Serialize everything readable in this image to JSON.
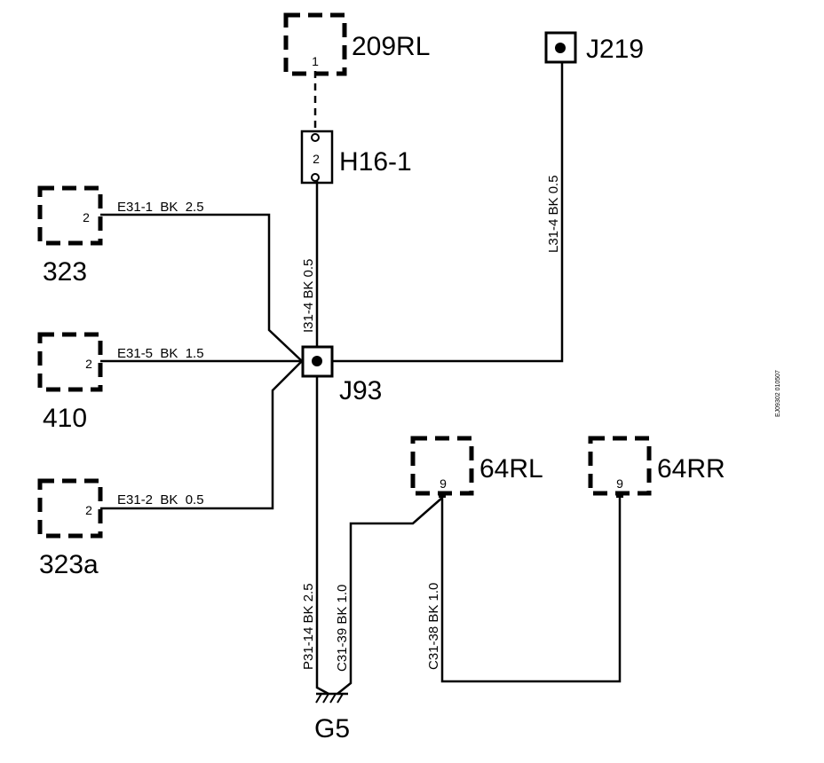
{
  "diagram": {
    "components": {
      "c209rl": {
        "name": "209RL",
        "pin": "1"
      },
      "j219": {
        "name": "J219"
      },
      "h16": {
        "name": "H16-1",
        "pin": "2"
      },
      "c323": {
        "name": "323",
        "pin": "2"
      },
      "c410": {
        "name": "410",
        "pin": "2"
      },
      "c323a": {
        "name": "323a",
        "pin": "2"
      },
      "j93": {
        "name": "J93"
      },
      "c64rl": {
        "name": "64RL",
        "pin": "9"
      },
      "c64rr": {
        "name": "64RR",
        "pin": "9"
      },
      "g5": {
        "name": "G5"
      }
    },
    "wires": {
      "e31_1": "E31-1  BK  2.5",
      "e31_5": "E31-5  BK  1.5",
      "e31_2": "E31-2  BK  0.5",
      "i31_4": "I31-4  BK  0.5",
      "l31_4": "L31-4  BK  0.5",
      "p31_14": "P31-14  BK  2.5",
      "c31_39": "C31-39  BK  1.0",
      "c31_38": "C31-38  BK  1.0"
    },
    "figure_id": "EJ09302 010507"
  }
}
